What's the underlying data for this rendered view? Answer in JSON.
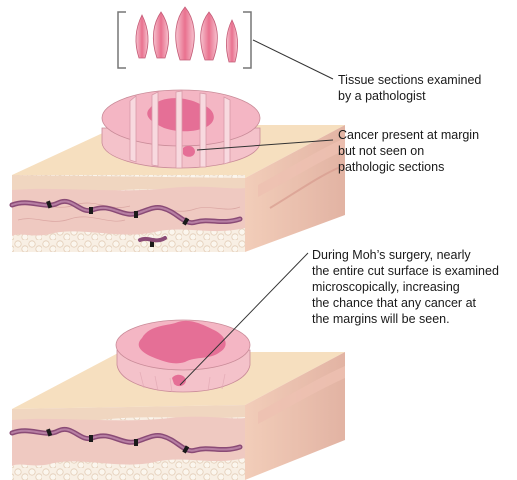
{
  "labels": {
    "tissue_sections": "Tissue sections examined\nby a pathologist",
    "cancer_margin": "Cancer present at margin\nbut not seen on\npathologic sections",
    "mohs": "During Moh’s surgery, nearly\nthe entire cut surface is examined\nmicroscopically, increasing\nthe chance that any cancer at\nthe margins will be seen."
  },
  "colors": {
    "skin_top": "#f6dfbf",
    "skin_side": "#e9c7a9",
    "dermis": "#efc9c1",
    "fat": "#f7eee3",
    "tissue": "#f0a9bd",
    "cancer": "#e56f96",
    "line": "#333333"
  }
}
